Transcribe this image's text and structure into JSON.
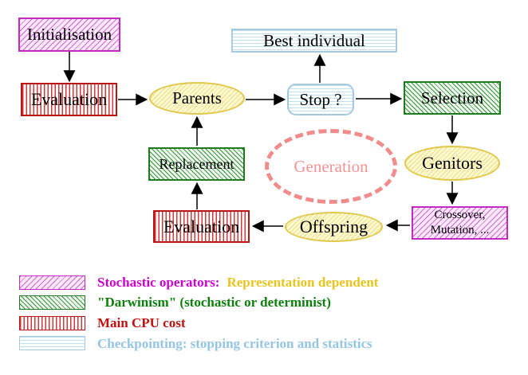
{
  "diagram": {
    "nodes": {
      "initialisation": {
        "label": "Initialisation",
        "pattern": "magenta-diagonal-hatch"
      },
      "evaluation_top": {
        "label": "Evaluation",
        "pattern": "red-vertical-lines"
      },
      "parents": {
        "label": "Parents",
        "pattern": "yellow-hatched-ellipse"
      },
      "best_individual": {
        "label": "Best individual",
        "pattern": "cyan-horizontal-lines"
      },
      "stop": {
        "label": "Stop ?",
        "pattern": "cyan-horizontal-lines-rounded"
      },
      "selection": {
        "label": "Selection",
        "pattern": "green-diagonal-hatch"
      },
      "genitors": {
        "label": "Genitors",
        "pattern": "yellow-hatched-ellipse"
      },
      "crossover_mutation": {
        "label_line1": "Crossover,",
        "label_line2": "Mutation, ...",
        "pattern": "magenta-diagonal-hatch"
      },
      "offspring": {
        "label": "Offspring",
        "pattern": "yellow-hatched-ellipse"
      },
      "evaluation_bottom": {
        "label": "Evaluation",
        "pattern": "red-vertical-lines"
      },
      "replacement": {
        "label": "Replacement",
        "pattern": "green-diagonal-hatch"
      },
      "generation": {
        "label": "Generation",
        "pattern": "salmon-dashed-ellipse"
      }
    },
    "arrows": [
      {
        "from": "initialisation",
        "to": "evaluation_top"
      },
      {
        "from": "evaluation_top",
        "to": "parents"
      },
      {
        "from": "parents",
        "to": "stop"
      },
      {
        "from": "stop",
        "to": "best_individual"
      },
      {
        "from": "stop",
        "to": "selection"
      },
      {
        "from": "selection",
        "to": "genitors"
      },
      {
        "from": "genitors",
        "to": "crossover_mutation"
      },
      {
        "from": "crossover_mutation",
        "to": "offspring"
      },
      {
        "from": "offspring",
        "to": "evaluation_bottom"
      },
      {
        "from": "evaluation_bottom",
        "to": "replacement"
      },
      {
        "from": "replacement",
        "to": "parents"
      }
    ],
    "legend": {
      "items": [
        {
          "swatch_icon": "magenta-diagonal-hatch-swatch",
          "label": "Stochastic operators:",
          "label_color": "#cc00cc",
          "suffix": "Representation dependent",
          "suffix_color": "#e8c51e"
        },
        {
          "swatch_icon": "green-diagonal-hatch-swatch",
          "label": "\"Darwinism\" (stochastic or determinist)",
          "label_color": "#0b800b"
        },
        {
          "swatch_icon": "red-vertical-lines-swatch",
          "label": "Main CPU cost",
          "label_color": "#c01010"
        },
        {
          "swatch_icon": "cyan-horizontal-lines-swatch",
          "label": "Checkpointing: stopping criterion and statistics",
          "label_color": "#94c6e4"
        }
      ]
    },
    "colors": {
      "stochastic_magenta": "#c32ac3",
      "darwinism_green": "#1d7a1d",
      "cpu_red": "#bc1414",
      "checkpointing_blue": "#a5c9de",
      "operator_yellow": "#e0c84e",
      "generation_salmon": "#f08c8c",
      "arrow_black": "#000000"
    }
  }
}
